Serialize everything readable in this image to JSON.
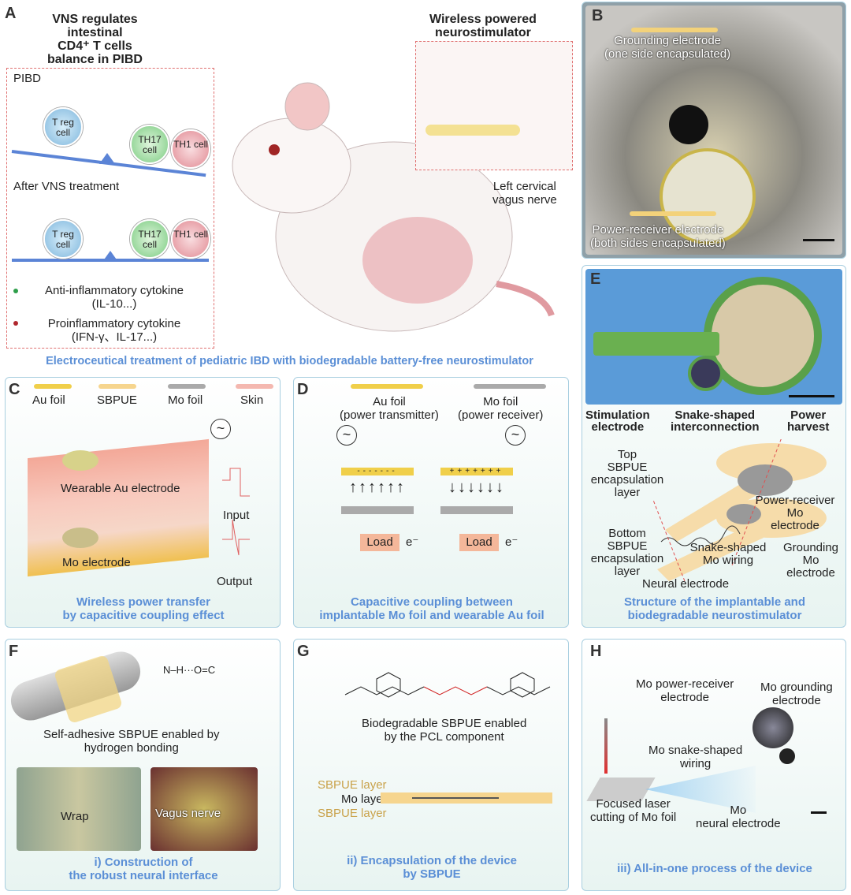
{
  "panelA": {
    "letter": "A",
    "title_lines": [
      "VNS regulates",
      "intestinal",
      "CD4⁺ T cells",
      "balance in PIBD"
    ],
    "pibd_label": "PIBD",
    "after_label": "After VNS treatment",
    "cells": {
      "treg": "T reg cell",
      "th17": "TH17 cell",
      "th1": "TH1 cell"
    },
    "legend": [
      {
        "label": "Anti-inflammatory cytokine",
        "sub": "(IL-10...)",
        "color": "#2e9e4a"
      },
      {
        "label": "Proinflammatory cytokine",
        "sub": "(IFN-γ、IL-17...)",
        "color": "#b0282e"
      }
    ],
    "wireless_title": [
      "Wireless powered",
      "neurostimulator"
    ],
    "vagus_label": [
      "Left cervical",
      "vagus nerve"
    ],
    "caption": "Electroceutical treatment of pediatric IBD with biodegradable battery-free neurostimulator"
  },
  "panelB": {
    "letter": "B",
    "grounding": [
      "Grounding electrode",
      "(one side encapsulated)"
    ],
    "receiver": [
      "Power-receiver electrode",
      "(both sides encapsulated)"
    ]
  },
  "panelC": {
    "letter": "C",
    "legend": [
      "Au foil",
      "SBPUE",
      "Mo foil",
      "Skin"
    ],
    "wearable": "Wearable Au electrode",
    "mo": "Mo electrode",
    "input": "Input",
    "output": "Output",
    "caption": [
      "Wireless power transfer",
      "by capacitive coupling effect"
    ]
  },
  "panelD": {
    "letter": "D",
    "au": [
      "Au foil",
      "(power transmitter)"
    ],
    "mo": [
      "Mo foil",
      "(power receiver)"
    ],
    "load": "Load",
    "electron": "e⁻",
    "caption": [
      "Capacitive coupling between",
      "implantable Mo foil and wearable Au foil"
    ]
  },
  "panelE": {
    "letter": "E",
    "headers": [
      [
        "Stimulation",
        "electrode"
      ],
      [
        "Snake-shaped",
        "interconnection"
      ],
      [
        "Power",
        "harvest"
      ]
    ],
    "top_layer": [
      "Top",
      "SBPUE",
      "encapsulation",
      "layer"
    ],
    "bottom_layer": [
      "Bottom",
      "SBPUE",
      "encapsulation",
      "layer"
    ],
    "power_receiver": [
      "Power-receiver",
      "Mo",
      "electrode"
    ],
    "grounding": [
      "Grounding",
      "Mo",
      "electrode"
    ],
    "wiring": [
      "Snake-shaped",
      "Mo wiring"
    ],
    "neural": "Neural electrode",
    "caption": [
      "Structure of the implantable and",
      "biodegradable neurostimulator"
    ]
  },
  "panelF": {
    "letter": "F",
    "self_adhesive": [
      "Self-adhesive SBPUE enabled by",
      "hydrogen bonding"
    ],
    "wrap": "Wrap",
    "vagus": "Vagus nerve",
    "caption": [
      "i) Construction of",
      "the robust neural interface"
    ]
  },
  "panelG": {
    "letter": "G",
    "biodeg": [
      "Biodegradable SBPUE enabled",
      "by the PCL component"
    ],
    "layers": [
      "SBPUE layer",
      "Mo layer",
      "SBPUE layer"
    ],
    "caption": [
      "ii) Encapsulation of the device",
      "by SBPUE"
    ]
  },
  "panelH": {
    "letter": "H",
    "receiver": [
      "Mo power-receiver",
      "electrode"
    ],
    "grounding": [
      "Mo grounding",
      "electrode"
    ],
    "wiring": [
      "Mo snake-shaped",
      "wiring"
    ],
    "laser": [
      "Focused laser",
      "cutting of Mo foil"
    ],
    "neural": [
      "Mo",
      "neural electrode"
    ],
    "caption": "iii) All-in-one process of the device"
  }
}
